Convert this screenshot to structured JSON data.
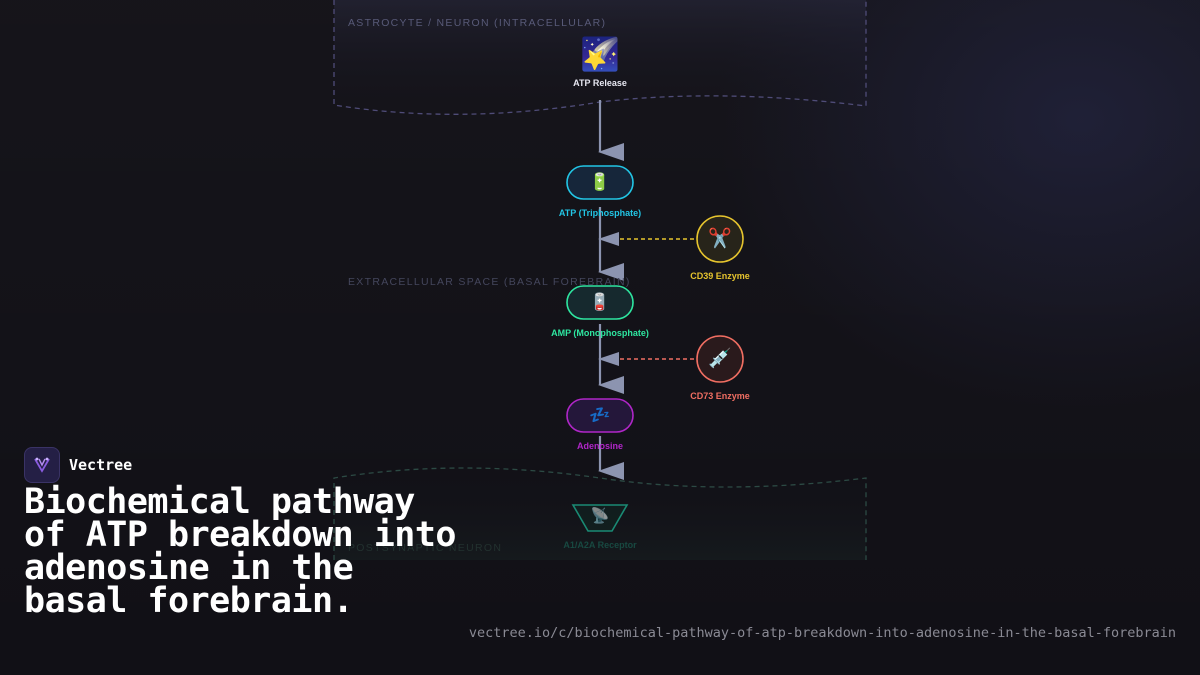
{
  "diagram": {
    "zones": {
      "intracellular": "ASTROCYTE / NEURON (INTRACELLULAR)",
      "extracellular": "EXTRACELLULAR SPACE (BASAL FOREBRAIN)",
      "postsynaptic": "POSTSYNAPTIC NEURON"
    },
    "nodes": {
      "atp_release": {
        "label": "ATP Release",
        "icon": "shooting-star-icon",
        "glyph": "🌠"
      },
      "atp": {
        "label": "ATP (Triphosphate)",
        "icon": "battery-icon",
        "glyph": "🔋",
        "color": "#22c6e6"
      },
      "amp": {
        "label": "AMP (Monophosphate)",
        "icon": "low-battery-icon",
        "glyph": "🪫",
        "color": "#2ee6a0"
      },
      "adenosine": {
        "label": "Adenosine",
        "icon": "sleeping-icon",
        "glyph": "💤",
        "color": "#b026c8"
      },
      "cd39": {
        "label": "CD39 Enzyme",
        "icon": "scissors-icon",
        "glyph": "✂️",
        "color": "#e6c42e"
      },
      "cd73": {
        "label": "CD73 Enzyme",
        "icon": "syringe-icon",
        "glyph": "💉",
        "color": "#f06e62"
      },
      "receptor": {
        "label": "A1/A2A Receptor",
        "icon": "satellite-dish-icon",
        "glyph": "📡",
        "color": "#1a8a74"
      }
    },
    "colors": {
      "arrow": "#8c94b0",
      "intracellular_border": "#4f4c78",
      "postsynaptic_border": "#2c4a44"
    }
  },
  "branding": {
    "name": "Vectree",
    "logo_icon": "vectree-logo-icon"
  },
  "title": "Biochemical pathway of ATP breakdown into adenosine in the basal forebrain.",
  "source_url": "vectree.io/c/biochemical-pathway-of-atp-breakdown-into-adenosine-in-the-basal-forebrain"
}
